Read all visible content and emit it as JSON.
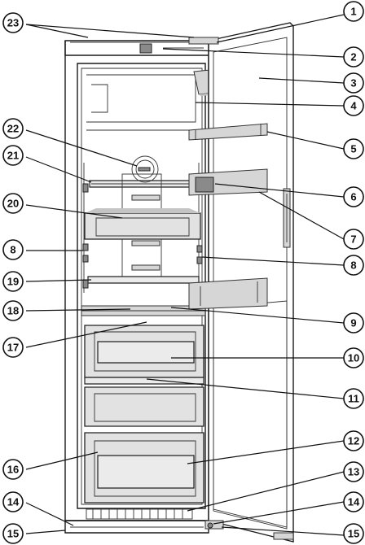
{
  "callouts": [
    {
      "id": "1",
      "label": "1"
    },
    {
      "id": "2",
      "label": "2"
    },
    {
      "id": "3",
      "label": "3"
    },
    {
      "id": "4",
      "label": "4"
    },
    {
      "id": "5",
      "label": "5"
    },
    {
      "id": "6",
      "label": "6"
    },
    {
      "id": "7",
      "label": "7"
    },
    {
      "id": "8r",
      "label": "8"
    },
    {
      "id": "9",
      "label": "9"
    },
    {
      "id": "10",
      "label": "10"
    },
    {
      "id": "11",
      "label": "11"
    },
    {
      "id": "12",
      "label": "12"
    },
    {
      "id": "13",
      "label": "13"
    },
    {
      "id": "14r",
      "label": "14"
    },
    {
      "id": "15r",
      "label": "15"
    },
    {
      "id": "23",
      "label": "23"
    },
    {
      "id": "22",
      "label": "22"
    },
    {
      "id": "21",
      "label": "21"
    },
    {
      "id": "20",
      "label": "20"
    },
    {
      "id": "8l",
      "label": "8"
    },
    {
      "id": "19",
      "label": "19"
    },
    {
      "id": "18",
      "label": "18"
    },
    {
      "id": "17",
      "label": "17"
    },
    {
      "id": "16",
      "label": "16"
    },
    {
      "id": "14l",
      "label": "14"
    },
    {
      "id": "15l",
      "label": "15"
    }
  ]
}
